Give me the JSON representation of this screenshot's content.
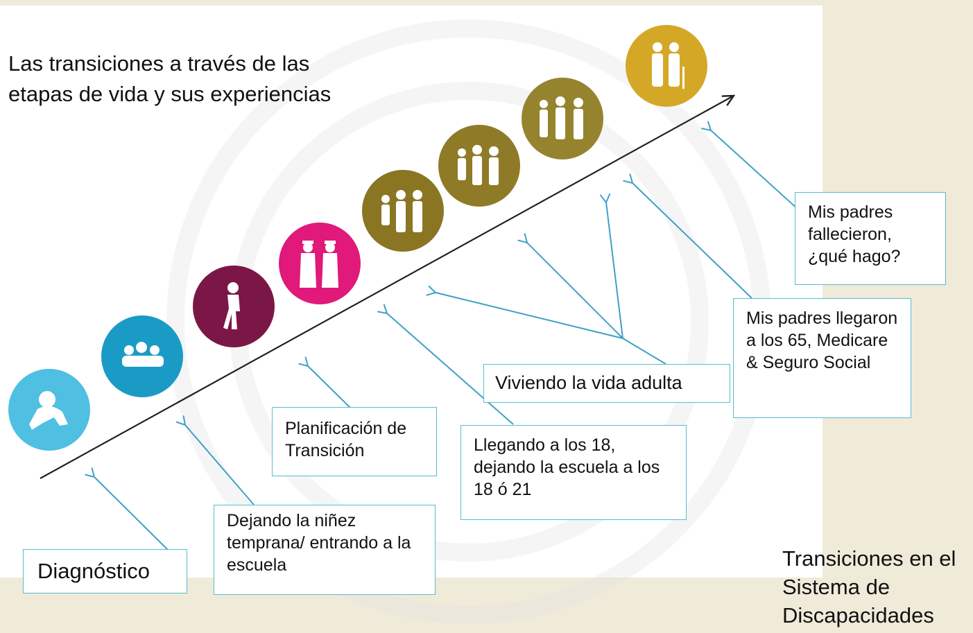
{
  "title": "Las transiciones a través de las etapas de vida y sus experiencias",
  "subtitle": "Transiciones en el Sistema de Discapacidades",
  "stages": [
    {
      "icon": "baby-crawling-icon",
      "color": "#4fbfe2"
    },
    {
      "icon": "children-group-icon",
      "color": "#1a9bc6"
    },
    {
      "icon": "teen-walking-icon",
      "color": "#7b1746"
    },
    {
      "icon": "graduates-icon",
      "color": "#e0197a"
    },
    {
      "icon": "young-adults-icon",
      "color": "#8a7523"
    },
    {
      "icon": "adults-group-icon",
      "color": "#8f7b27"
    },
    {
      "icon": "parents-group-icon",
      "color": "#96832e"
    },
    {
      "icon": "elderly-couple-icon",
      "color": "#d4a826"
    }
  ],
  "labels": {
    "diagnostico": "Diagnóstico",
    "ninez": "Dejando la niñez temprana/ entrando a la escuela",
    "planificacion": "Planificación de Transición",
    "llegando": "Llegando a los 18, dejando la escuela a los 18 ó 21",
    "viviendo": "Viviendo la vida adulta",
    "medicare": "Mis padres llegaron a los 65, Medicare & Seguro Social",
    "fallecieron": "Mis padres fallecieron, ¿qué hago?"
  },
  "colors": {
    "arrow": "#3ea0c6",
    "box_border": "#56bccf",
    "background": "#f0ead9"
  }
}
